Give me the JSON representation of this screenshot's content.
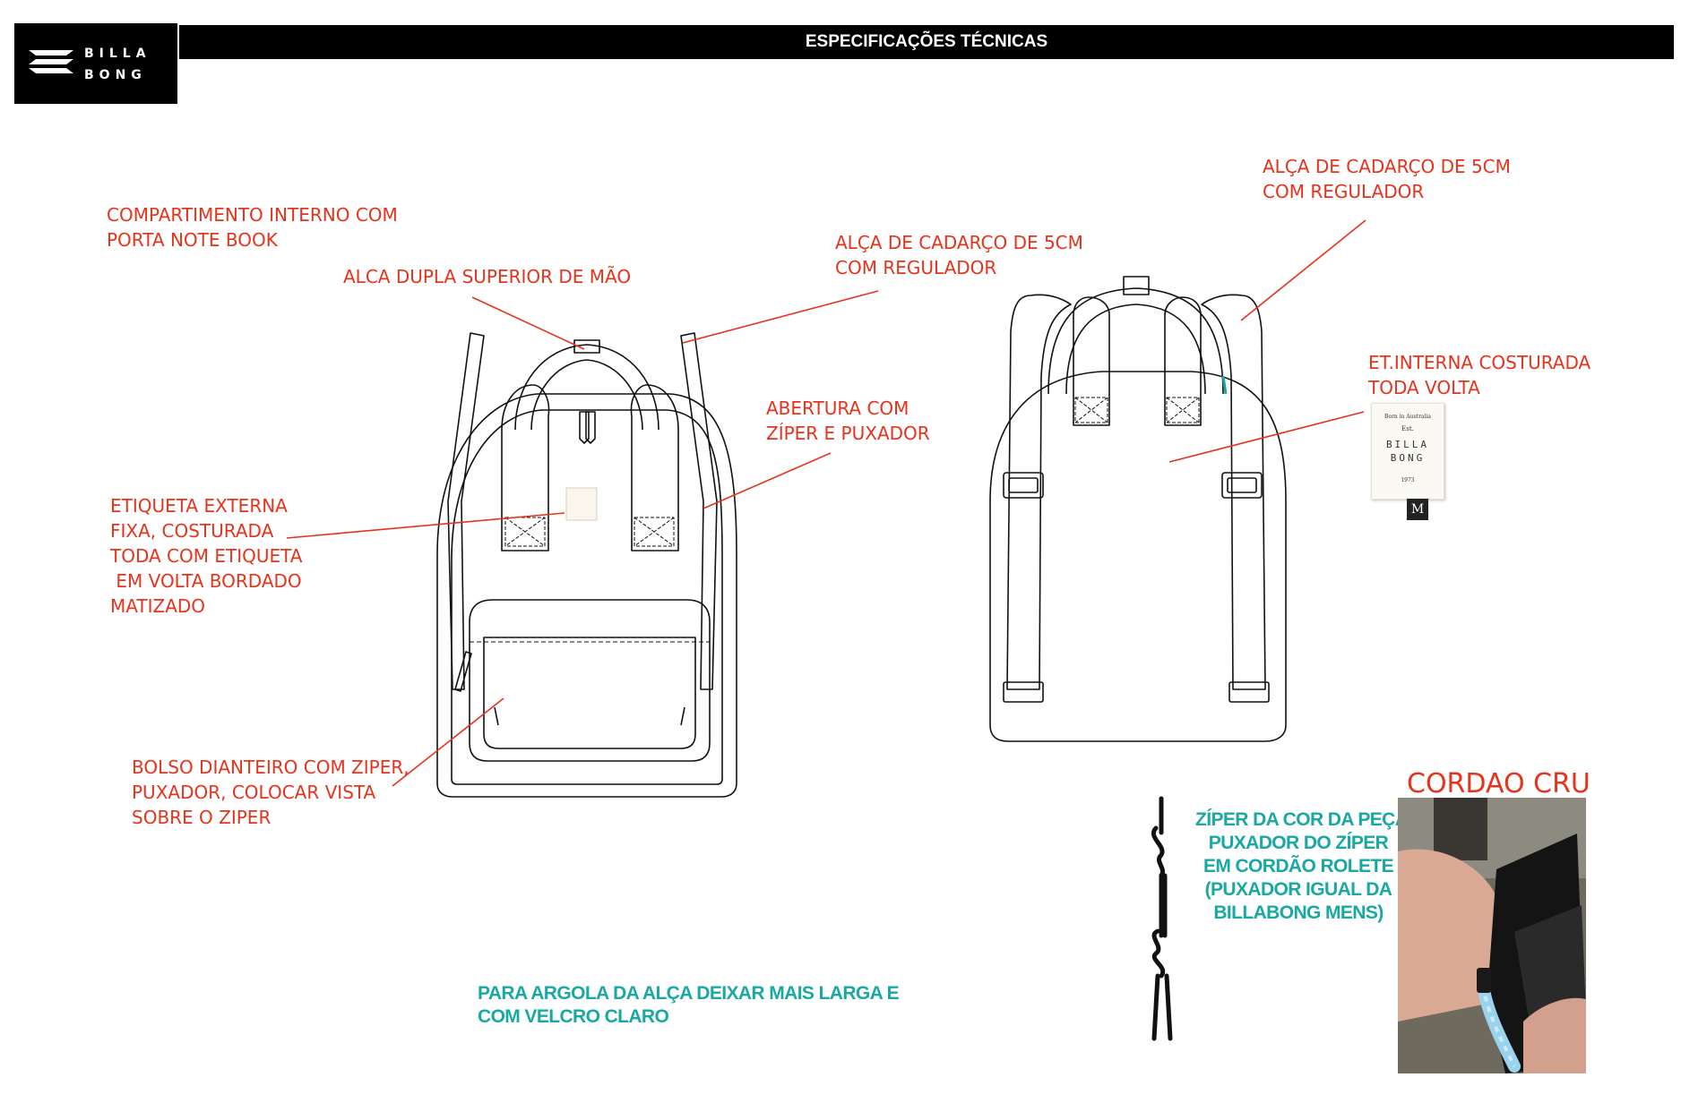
{
  "brand": {
    "logo_text": "BILLA\nBONG"
  },
  "header": {
    "title": "ESPECIFICAÇÕES TÉCNICAS"
  },
  "colors": {
    "annotation": "#e5331c",
    "instruction": "#1aa8a2",
    "header_bg": "#000000"
  },
  "annotations": {
    "compartment": "COMPARTIMENTO INTERNO COM\nPORTA NOTE BOOK",
    "top_handle": "ALCA DUPLA SUPERIOR DE MÃO",
    "strap_front": "ALÇA DE CADARÇO DE 5CM\nCOM REGULADOR",
    "zipper_opening": "ABERTURA COM\nZÍPER E PUXADOR",
    "external_label": "ETIQUETA EXTERNA\nFIXA, COSTURADA\nTODA COM ETIQUETA\n EM VOLTA BORDADO\nMATIZADO",
    "front_pocket": "BOLSO DIANTEIRO COM ZIPER,\nPUXADOR, COLOCAR VISTA\nSOBRE O ZIPER",
    "strap_back": "ALÇA DE CADARÇO DE 5CM\nCOM REGULADOR",
    "internal_label": "ET.INTERNA COSTURADA\nTODA VOLTA"
  },
  "instructions": {
    "strap_ring": "PARA ARGOLA DA ALÇA DEIXAR MAIS LARGA E\nCOM VELCRO CLARO",
    "zipper_puller": "ZÍPER DA COR DA PEÇA\nPUXADOR DO ZÍPER\nEM CORDÃO ROLETE\n(PUXADOR IGUAL DA\nBILLABONG MENS)"
  },
  "cord_photo": {
    "title": "CORDAO CRU"
  },
  "internal_label_tag": {
    "line1": "Born in Australia",
    "line2": "Est.",
    "brand": "BILLA\nBONG",
    "year": "1973",
    "size": "M"
  }
}
